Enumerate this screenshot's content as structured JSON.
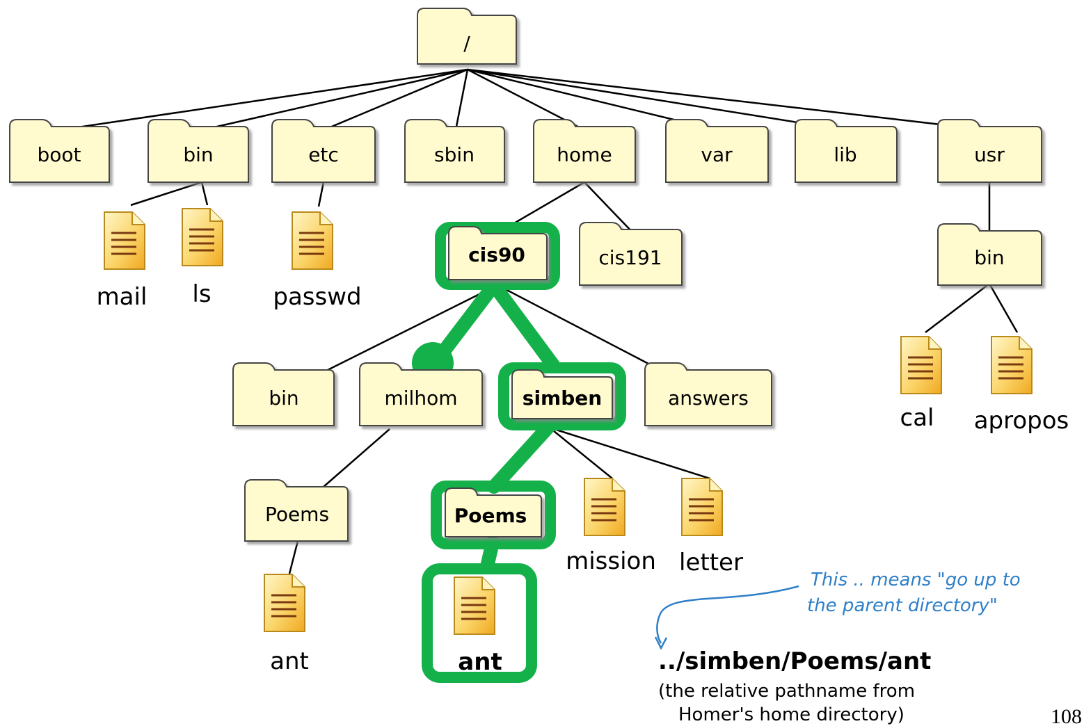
{
  "tree": {
    "root": "/",
    "top_dirs": {
      "boot": "boot",
      "bin": "bin",
      "etc": "etc",
      "sbin": "sbin",
      "home": "home",
      "var": "var",
      "lib": "lib",
      "usr": "usr"
    },
    "bin_files": {
      "mail": "mail",
      "ls": "ls"
    },
    "etc_files": {
      "passwd": "passwd"
    },
    "home_dirs": {
      "cis90": "cis90",
      "cis191": "cis191"
    },
    "cis90_dirs": {
      "bin": "bin",
      "milhom": "milhom",
      "simben": "simben",
      "answers": "answers"
    },
    "milhom_dirs": {
      "poems": "Poems"
    },
    "milhom_poems_files": {
      "ant": "ant"
    },
    "simben_dirs": {
      "poems": "Poems"
    },
    "simben_files": {
      "mission": "mission",
      "letter": "letter"
    },
    "simben_poems_files": {
      "ant": "ant"
    },
    "usr_dirs": {
      "bin": "bin"
    },
    "usr_bin_files": {
      "cal": "cal",
      "apropos": "apropos"
    }
  },
  "annotation": {
    "line1": "This .. means \"go up to",
    "line2": "the parent directory\""
  },
  "pathname": {
    "path": "../simben/Poems/ant",
    "caption_line1": "(the relative pathname from",
    "caption_line2": "Homer's home directory)"
  },
  "page_number": "108",
  "colors": {
    "folder_fill": "#fffbcf",
    "folder_stroke": "#444444",
    "highlight": "#14b14b",
    "annotation": "#2e7fc8",
    "doc_icon": "#f5c242"
  }
}
